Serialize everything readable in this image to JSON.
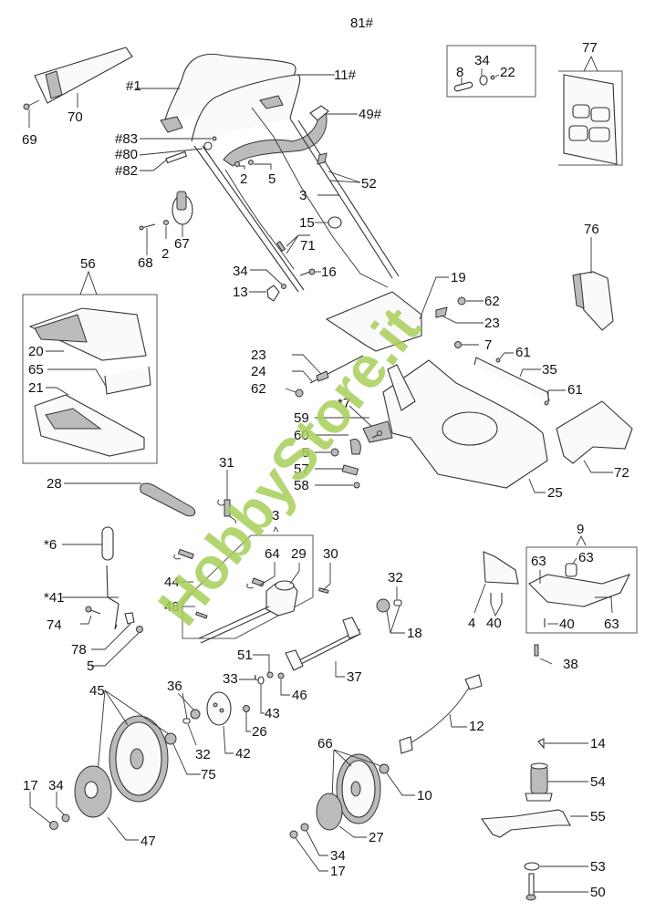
{
  "diagram": {
    "title": "81#",
    "subject": "Lawn mower exploded parts diagram",
    "watermark": "HobbyStore.it",
    "watermark_color": "#a8cf5a",
    "groups": [
      {
        "id": "56",
        "label": "56",
        "contains": [
          "20",
          "65",
          "21"
        ]
      },
      {
        "id": "77",
        "label": "77"
      },
      {
        "id": "9",
        "label": "9",
        "contains": [
          "63",
          "63",
          "63",
          "40"
        ]
      },
      {
        "id": "3x",
        "label": "3?",
        "contains": [
          "64",
          "29",
          "30",
          "48"
        ]
      },
      {
        "id": "pinset",
        "label": "",
        "contains": [
          "8",
          "34",
          "22"
        ]
      }
    ],
    "callouts": [
      {
        "key": "c1",
        "text": "#1"
      },
      {
        "key": "c70",
        "text": "70"
      },
      {
        "key": "c69",
        "text": "69"
      },
      {
        "key": "c11",
        "text": "11#"
      },
      {
        "key": "c49",
        "text": "49#"
      },
      {
        "key": "c83",
        "text": "#83"
      },
      {
        "key": "c80",
        "text": "#80"
      },
      {
        "key": "c82",
        "text": "#82"
      },
      {
        "key": "c2a",
        "text": "2"
      },
      {
        "key": "c5a",
        "text": "5"
      },
      {
        "key": "c52",
        "text": "52"
      },
      {
        "key": "c3",
        "text": "3"
      },
      {
        "key": "c15",
        "text": "15"
      },
      {
        "key": "c71",
        "text": "71"
      },
      {
        "key": "c16",
        "text": "16"
      },
      {
        "key": "c34a",
        "text": "34"
      },
      {
        "key": "c13",
        "text": "13"
      },
      {
        "key": "c68",
        "text": "68"
      },
      {
        "key": "c2b",
        "text": "2"
      },
      {
        "key": "c67",
        "text": "67"
      },
      {
        "key": "c8",
        "text": "8"
      },
      {
        "key": "c34b",
        "text": "34"
      },
      {
        "key": "c22",
        "text": "22"
      },
      {
        "key": "c77",
        "text": "77"
      },
      {
        "key": "c76",
        "text": "76"
      },
      {
        "key": "c56",
        "text": "56"
      },
      {
        "key": "c20",
        "text": "20"
      },
      {
        "key": "c65",
        "text": "65"
      },
      {
        "key": "c21",
        "text": "21"
      },
      {
        "key": "c19",
        "text": "19"
      },
      {
        "key": "c62a",
        "text": "62"
      },
      {
        "key": "c23a",
        "text": "23"
      },
      {
        "key": "c7a",
        "text": "7"
      },
      {
        "key": "c61a",
        "text": "61"
      },
      {
        "key": "c35",
        "text": "35"
      },
      {
        "key": "c61b",
        "text": "61"
      },
      {
        "key": "c72",
        "text": "72"
      },
      {
        "key": "c25",
        "text": "25"
      },
      {
        "key": "c23b",
        "text": "23"
      },
      {
        "key": "c24",
        "text": "24"
      },
      {
        "key": "c62b",
        "text": "62"
      },
      {
        "key": "c7b",
        "text": "*7"
      },
      {
        "key": "c59",
        "text": "59"
      },
      {
        "key": "c60",
        "text": "60"
      },
      {
        "key": "c5b",
        "text": "5"
      },
      {
        "key": "c57",
        "text": "57"
      },
      {
        "key": "c58",
        "text": "58"
      },
      {
        "key": "c28",
        "text": "28"
      },
      {
        "key": "c31",
        "text": "31"
      },
      {
        "key": "c6",
        "text": "*6"
      },
      {
        "key": "c41",
        "text": "*41"
      },
      {
        "key": "c74",
        "text": "74"
      },
      {
        "key": "c78",
        "text": "78"
      },
      {
        "key": "c5c",
        "text": "5"
      },
      {
        "key": "c3x",
        "text": "3"
      },
      {
        "key": "c64",
        "text": "64"
      },
      {
        "key": "c29",
        "text": "29"
      },
      {
        "key": "c30",
        "text": "30"
      },
      {
        "key": "c44",
        "text": "44"
      },
      {
        "key": "c48",
        "text": "48"
      },
      {
        "key": "c32a",
        "text": "32"
      },
      {
        "key": "c18",
        "text": "18"
      },
      {
        "key": "c4",
        "text": "4"
      },
      {
        "key": "c40a",
        "text": "40"
      },
      {
        "key": "c9",
        "text": "9"
      },
      {
        "key": "c63a",
        "text": "63"
      },
      {
        "key": "c63b",
        "text": "63"
      },
      {
        "key": "c40b",
        "text": "40"
      },
      {
        "key": "c63c",
        "text": "63"
      },
      {
        "key": "c38",
        "text": "38"
      },
      {
        "key": "c51",
        "text": "51"
      },
      {
        "key": "c33",
        "text": "33"
      },
      {
        "key": "c43",
        "text": "43"
      },
      {
        "key": "c46",
        "text": "46"
      },
      {
        "key": "c37",
        "text": "37"
      },
      {
        "key": "c26",
        "text": "26"
      },
      {
        "key": "c42",
        "text": "42"
      },
      {
        "key": "c36",
        "text": "36"
      },
      {
        "key": "c32b",
        "text": "32"
      },
      {
        "key": "c45",
        "text": "45"
      },
      {
        "key": "c75",
        "text": "75"
      },
      {
        "key": "c12",
        "text": "12"
      },
      {
        "key": "c66",
        "text": "66"
      },
      {
        "key": "c10",
        "text": "10"
      },
      {
        "key": "c27",
        "text": "27"
      },
      {
        "key": "c34c",
        "text": "34"
      },
      {
        "key": "c17a",
        "text": "17"
      },
      {
        "key": "c34d",
        "text": "34"
      },
      {
        "key": "c47",
        "text": "47"
      },
      {
        "key": "c17b",
        "text": "17"
      },
      {
        "key": "c14",
        "text": "14"
      },
      {
        "key": "c54",
        "text": "54"
      },
      {
        "key": "c55",
        "text": "55"
      },
      {
        "key": "c53",
        "text": "53"
      },
      {
        "key": "c50",
        "text": "50"
      }
    ]
  }
}
